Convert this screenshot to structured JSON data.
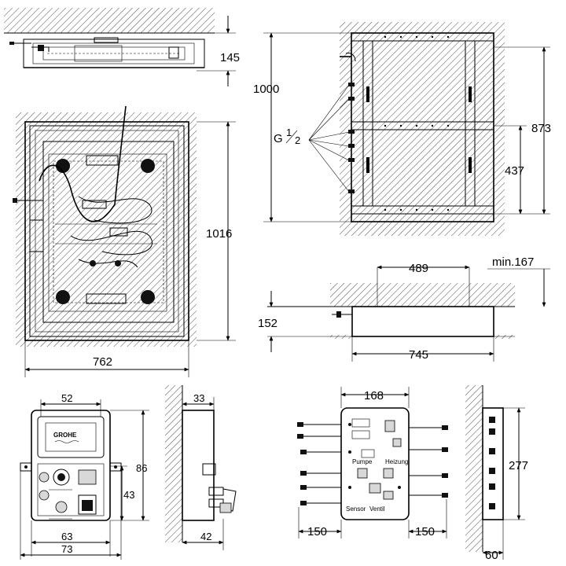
{
  "brand_logo": "GROHE",
  "top_left_view": {
    "height_dim": "145"
  },
  "front_view": {
    "height_dim": "1016",
    "width_dim": "762"
  },
  "wall_view": {
    "overall_height_dim": "1000",
    "upper_height_dim": "873",
    "lower_height_dim": "437",
    "connection_label_main": "G",
    "connection_label_num": "1",
    "connection_label_den": "2"
  },
  "side_section": {
    "spacing_dim": "489",
    "clearance_dim": "min.167",
    "depth_dim": "152",
    "width_dim": "745"
  },
  "module_front": {
    "top_width_dim": "52",
    "height_dim": "86",
    "inner_height_dim": "43",
    "bottom_width_dim": "63",
    "overall_width_dim": "73"
  },
  "module_side": {
    "top_depth_dim": "33",
    "bottom_depth_dim": "42"
  },
  "terminal_box": {
    "width_dim": "168",
    "left_cable_dim": "150",
    "right_cable_dim": "150"
  },
  "terminal_side": {
    "height_dim": "277",
    "depth_dim": "60"
  },
  "tiny_text": {
    "label_1": "Pumpe",
    "label_2": "Ventil",
    "label_3": "Heizung",
    "label_4": "Sensor"
  }
}
